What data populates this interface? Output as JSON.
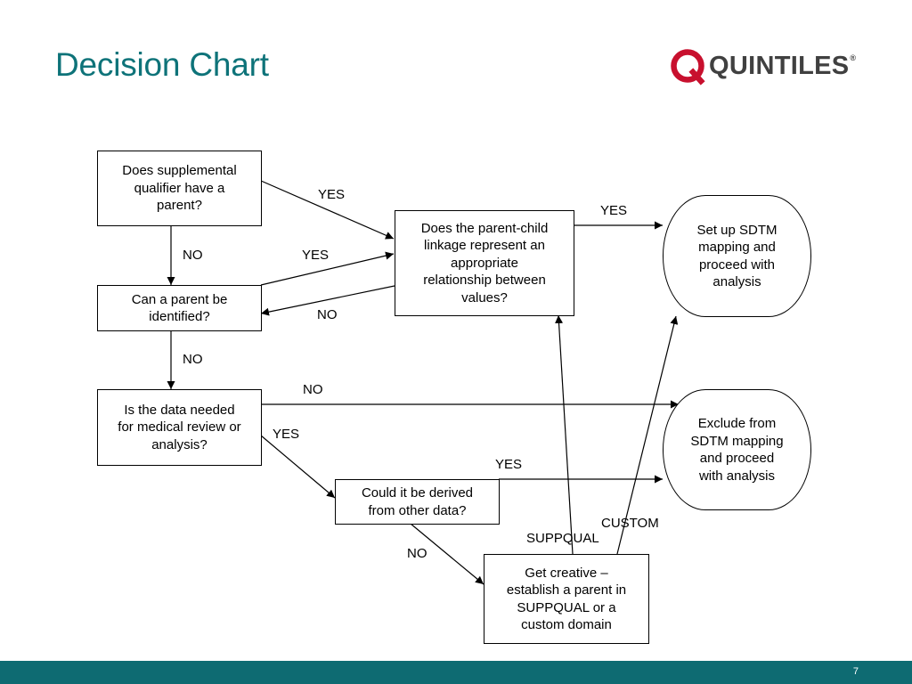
{
  "slide": {
    "title": "Decision Chart",
    "page_number": "7"
  },
  "logo": {
    "text": "QUINTILES",
    "registered_mark": "®",
    "brand_color": "#c8102e",
    "text_color": "#404040"
  },
  "colors": {
    "title": "#0e7379",
    "footer_bar": "#0e6b72"
  },
  "nodes": {
    "q_supplemental_parent": "Does supplemental\nqualifier have a\nparent?",
    "q_parent_identified": "Can a parent be\nidentified?",
    "q_data_needed": "Is the data needed\nfor medical review or\nanalysis?",
    "q_derived": "Could it be derived\nfrom other data?",
    "q_linkage": "Does the parent-child\nlinkage represent an\nappropriate\nrelationship between\nvalues?",
    "a_get_creative": "Get creative –\nestablish a parent in\nSUPPQUAL or a\ncustom domain",
    "t_setup_sdtm": "Set up SDTM\nmapping and\nproceed with\nanalysis",
    "t_exclude_sdtm": "Exclude from\nSDTM mapping\nand proceed\nwith analysis"
  },
  "edge_labels": {
    "supplemental_yes": "YES",
    "supplemental_no": "NO",
    "identified_yes": "YES",
    "linkage_no": "NO",
    "linkage_yes": "YES",
    "identified_no": "NO",
    "data_needed_no": "NO",
    "data_needed_yes": "YES",
    "derived_yes": "YES",
    "derived_no": "NO",
    "suppqual": "SUPPQUAL",
    "custom": "CUSTOM"
  }
}
